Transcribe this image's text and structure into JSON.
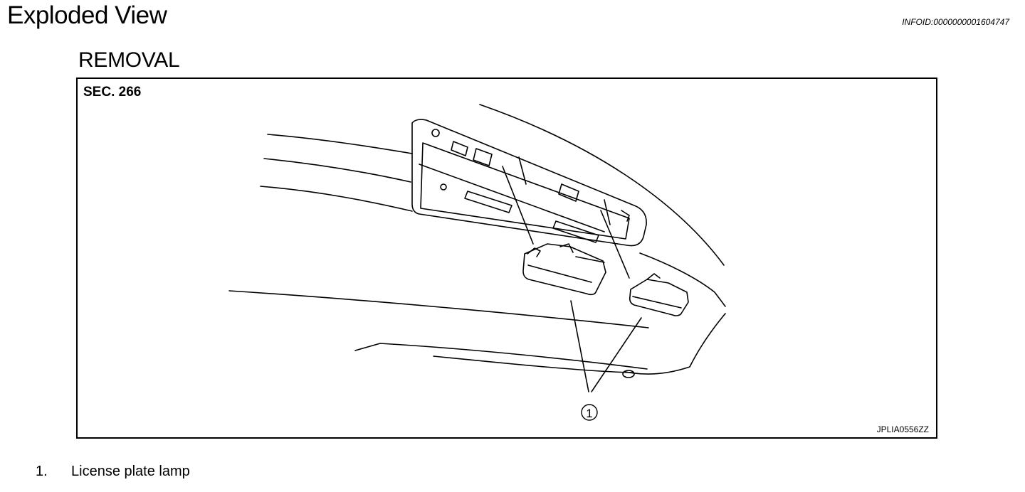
{
  "header": {
    "title": "Exploded View",
    "info_id": "INFOID:0000000001604747"
  },
  "section": {
    "title": "REMOVAL"
  },
  "figure": {
    "sec_label": "SEC. 266",
    "figure_code": "JPLIA0556ZZ",
    "callout": "1"
  },
  "legend": {
    "items": [
      {
        "number": "1.",
        "label": "License plate lamp"
      }
    ]
  }
}
